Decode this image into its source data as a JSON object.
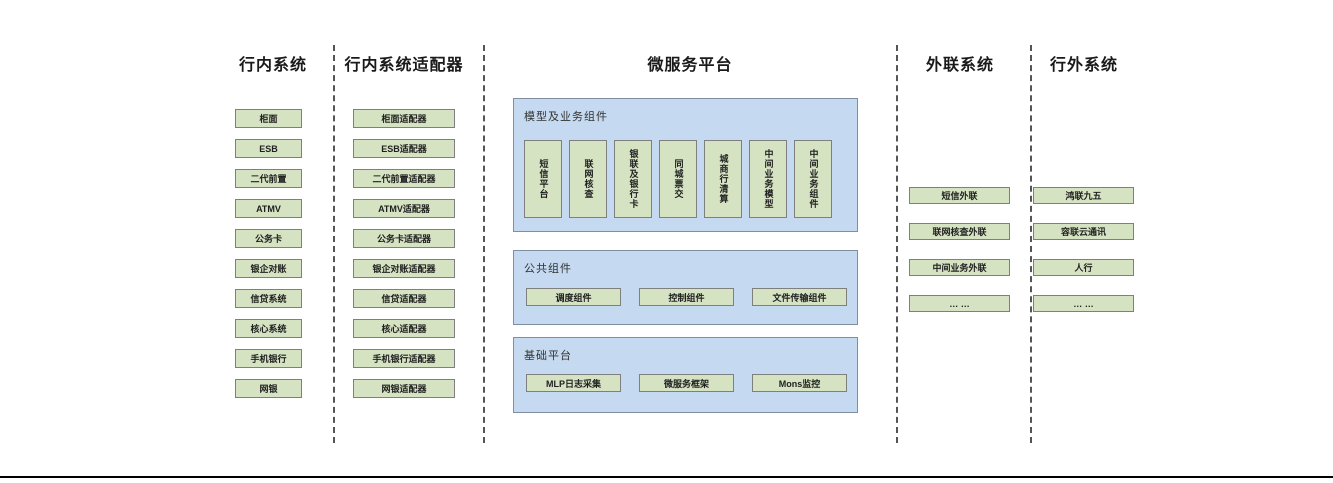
{
  "colors": {
    "node_fill": "#d6e3c3",
    "node_border": "#7f7f7f",
    "panel_fill": "#c5d9f0",
    "divider": "#555555",
    "bottom_rule": "#000000"
  },
  "columns": [
    {
      "title": "行内系统",
      "items": [
        "柜面",
        "ESB",
        "二代前置",
        "ATMV",
        "公务卡",
        "银企对账",
        "信贷系统",
        "核心系统",
        "手机银行",
        "网银"
      ]
    },
    {
      "title": "行内系统适配器",
      "items": [
        "柜面适配器",
        "ESB适配器",
        "二代前置适配器",
        "ATMV适配器",
        "公务卡适配器",
        "银企对账适配器",
        "信贷适配器",
        "核心适配器",
        "手机银行适配器",
        "网银适配器"
      ]
    },
    {
      "title": "微服务平台",
      "sections": [
        {
          "title": "模型及业务组件",
          "items": [
            "短信平台",
            "联网核查",
            "银联及银行卡",
            "同城票交",
            "城商行清算",
            "中间业务模型",
            "中间业务组件"
          ]
        },
        {
          "title": "公共组件",
          "items": [
            "调度组件",
            "控制组件",
            "文件传输组件"
          ]
        },
        {
          "title": "基础平台",
          "items": [
            "MLP日志采集",
            "微服务框架",
            "Mons监控"
          ]
        }
      ]
    },
    {
      "title": "外联系统",
      "items": [
        "短信外联",
        "联网核查外联",
        "中间业务外联",
        "… …"
      ]
    },
    {
      "title": "行外系统",
      "items": [
        "鸿联九五",
        "容联云通讯",
        "人行",
        "… …"
      ]
    }
  ]
}
